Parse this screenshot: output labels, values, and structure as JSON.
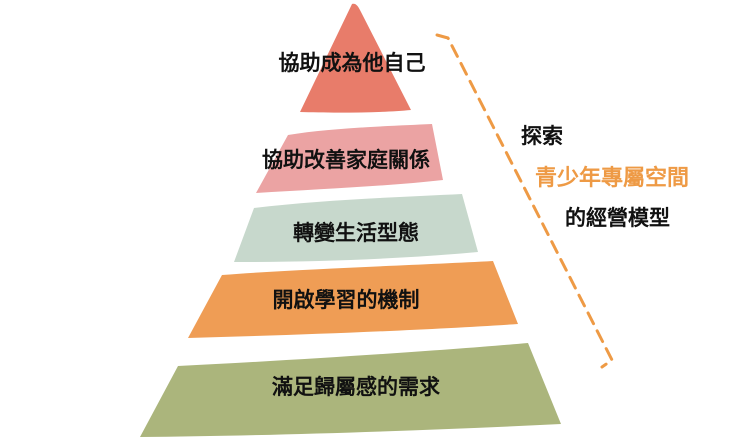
{
  "tiers": [
    {
      "label": "協助成為他自己",
      "color": "#e87c6a"
    },
    {
      "label": "協助改善家庭關係",
      "color": "#eba3a3"
    },
    {
      "label": "轉變生活型態",
      "color": "#c7d8cc"
    },
    {
      "label": "開啟學習的機制",
      "color": "#ef9d55"
    },
    {
      "label": "滿足歸屬感的需求",
      "color": "#abb57c"
    }
  ],
  "side_note": {
    "line1": "探索",
    "line2": "青少年專屬空間",
    "line3": "的經營模型",
    "accent_color": "#ee9a45"
  },
  "bracket_color": "#ee9a45"
}
